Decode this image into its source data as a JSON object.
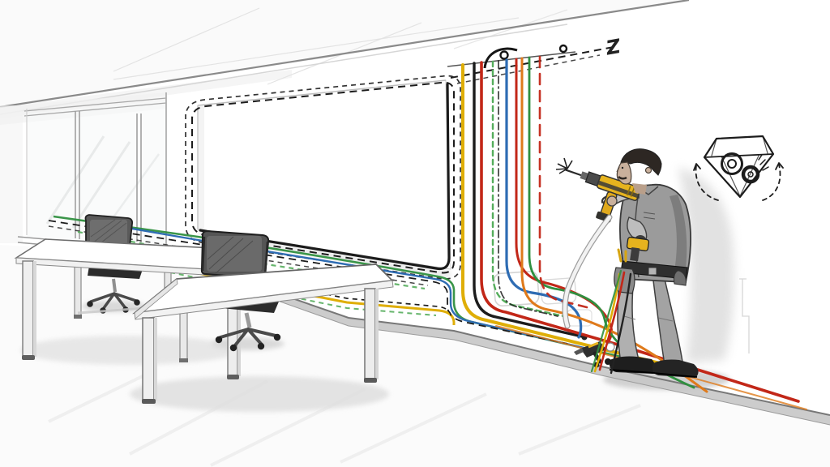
{
  "scene": {
    "kind": "hand-drawn concept sketch",
    "subject": "technician drilling a wall to route colored cables in an empty office"
  },
  "annotations": {
    "z_mark": "Z"
  },
  "palette": {
    "ink": "#1c1c1c",
    "pencil": "#8c8c8c",
    "pencil_light": "#cfcfcf",
    "cable_yellow": "#dfae07",
    "cable_red": "#c22718",
    "cable_orange": "#df7a1b",
    "cable_green": "#2f8f3f",
    "cable_green_light": "#55ad5c",
    "cable_blue": "#2e6cb3",
    "cable_black": "#1c1c1c",
    "drill_yellow": "#e6b31e",
    "skin": "#c9b09c",
    "vest_grey": "#9b9b9b",
    "pants_grey": "#a8a8a8",
    "boot_black": "#1e1e1e",
    "baseboard_grey": "#c2c2c2"
  },
  "elements": {
    "whiteboard": "blank wall panel with dashed routing guides",
    "cable_bundle": "vertical drop of colored cables from ceiling guide line",
    "ceiling_hooks": "2 round guide hooks on dashed line",
    "worker": "installer with hammer drill and tool belt",
    "diamond_logo": "diamond gem emblem with cable reel and dashed arrows",
    "desks": "2 white office desks",
    "chairs": "2 black mesh task chairs"
  },
  "cables": {
    "bundle": [
      {
        "color": "yellow",
        "style": "solid"
      },
      {
        "color": "black",
        "style": "solid"
      },
      {
        "color": "red",
        "style": "solid"
      },
      {
        "color": "green",
        "style": "dashed"
      },
      {
        "color": "black",
        "style": "dash-dot"
      },
      {
        "color": "blue",
        "style": "solid"
      },
      {
        "color": "red",
        "style": "solid"
      },
      {
        "color": "orange",
        "style": "solid"
      },
      {
        "color": "green",
        "style": "solid"
      },
      {
        "color": "red",
        "style": "dashed"
      }
    ]
  }
}
